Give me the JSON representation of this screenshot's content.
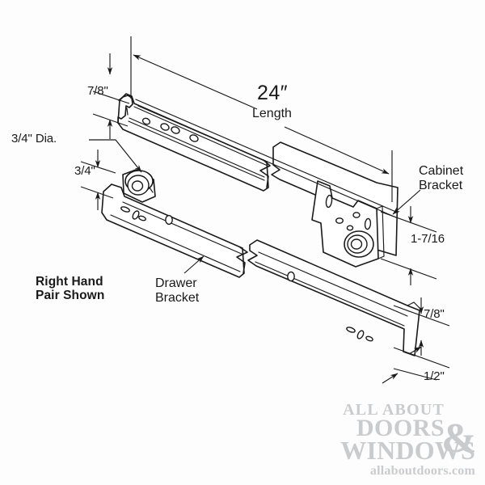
{
  "diagram": {
    "title": "Drawer Slide Assembly Dimensioned Drawing",
    "background_color": "#fdfdfd",
    "line_color": "#1a1a1a",
    "labels": {
      "length_value": "24″",
      "length_caption": "Length",
      "top_height": "7/8\"",
      "roller_dia": "3/4\" Dia.",
      "roller_offset": "3/4\"",
      "cabinet_bracket_line1": "Cabinet",
      "cabinet_bracket_line2": "Bracket",
      "bracket_height": "1-7/16",
      "drawer_bracket_line1": "Drawer",
      "drawer_bracket_line2": "Bracket",
      "hand_note_line1": "Right Hand",
      "hand_note_line2": "Pair Shown",
      "rail_height": "7/8\"",
      "rail_width": "1/2\""
    }
  },
  "watermark": {
    "line1": "ALL ABOUT",
    "line2": "DOORS",
    "ampersand": "&",
    "line3": "WINDOWS",
    "url": "allaboutdoors.com",
    "color": "#c9cbcd"
  }
}
